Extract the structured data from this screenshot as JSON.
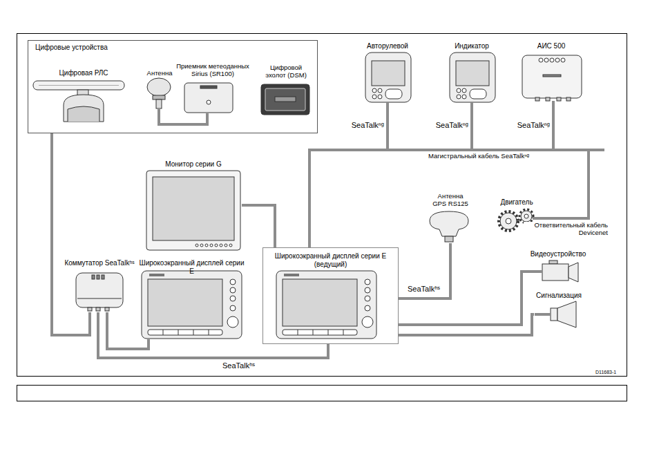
{
  "diagram": {
    "nodes": [
      {
        "text": [
          "Цифровые устройства"
        ]
      },
      {
        "text": [
          "Цифровая РЛС"
        ],
        "in": 0
      },
      {
        "text": [
          "Антенна"
        ],
        "in": 0
      },
      {
        "text": [
          "Приемник метеоданных Sirius (SR100)"
        ],
        "in": 0
      },
      {
        "text": [
          "Цифровой эхолот (DSM)"
        ],
        "in": 0
      },
      {
        "text": [
          "Авторулевой"
        ]
      },
      {
        "text": [
          "Индикатор"
        ]
      },
      {
        "text": [
          "АИС 500"
        ]
      },
      {
        "text": [
          "Монитор серии G"
        ]
      },
      {
        "text": [
          "Антенна GPS RS125"
        ]
      },
      {
        "text": [
          "Двигатель"
        ]
      },
      {
        "text": [
          "Коммутатор SeaTalkʰˢ"
        ]
      },
      {
        "text": [
          "Широкоэкранный дисплей серии E"
        ]
      },
      {
        "text": [
          "Широкоэкранный дисплей серии E (ведущий)"
        ]
      },
      {
        "text": [
          "Видеоустройство"
        ]
      },
      {
        "text": [
          "Сигнализация"
        ]
      }
    ],
    "edges": [
      {
        "from": 2,
        "to": 3,
        "arrow": "none"
      },
      {
        "from": 0,
        "to": 11,
        "arrow": "none"
      },
      {
        "from": 11,
        "to": 12,
        "arrow": "none"
      },
      {
        "from": 11,
        "to": 13,
        "label": "SeaTalkʰˢ",
        "arrow": "none"
      },
      {
        "from": 8,
        "to": 13,
        "arrow": "none"
      },
      {
        "from": 13,
        "to": 5,
        "label": "SeaTalkⁿᵍ",
        "arrow": "none"
      },
      {
        "from": 13,
        "to": 6,
        "label": "SeaTalkⁿᵍ",
        "arrow": "none"
      },
      {
        "from": 13,
        "to": 7,
        "label": "SeaTalkⁿᵍ",
        "arrow": "none"
      },
      {
        "from": 13,
        "to": 10,
        "label": "Ответвительный кабель Devicenet",
        "arrow": "none"
      },
      {
        "from": 13,
        "to": 9,
        "label": "SeaTalkʰˢ",
        "arrow": "none"
      },
      {
        "from": 13,
        "to": 14,
        "arrow": "none"
      },
      {
        "from": 13,
        "to": 15,
        "arrow": "none"
      }
    ],
    "labels": [
      "Магистральный кабель SeaTalkⁿᵍ",
      "D11683-1"
    ]
  }
}
